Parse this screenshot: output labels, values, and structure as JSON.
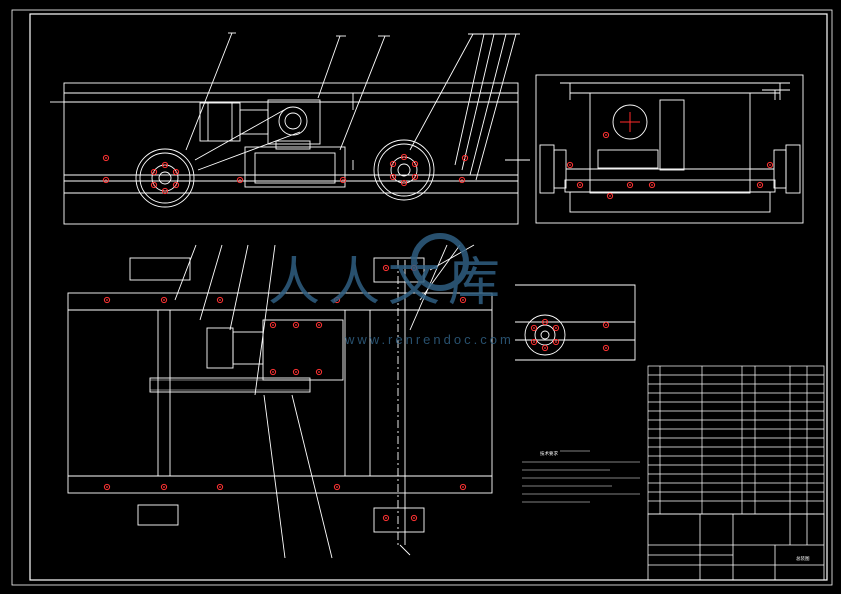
{
  "drawing": {
    "watermark_text": "人人文库",
    "watermark_url": "www.renrendoc.com",
    "colors": {
      "background": "#000000",
      "line": "#ffffff",
      "bolt": "#ff3333",
      "center": "#ff2a2a",
      "watermark": "#2f5f82"
    }
  },
  "title_block": {
    "drawing_title": "总装图",
    "note_glyph": "技术要求"
  }
}
